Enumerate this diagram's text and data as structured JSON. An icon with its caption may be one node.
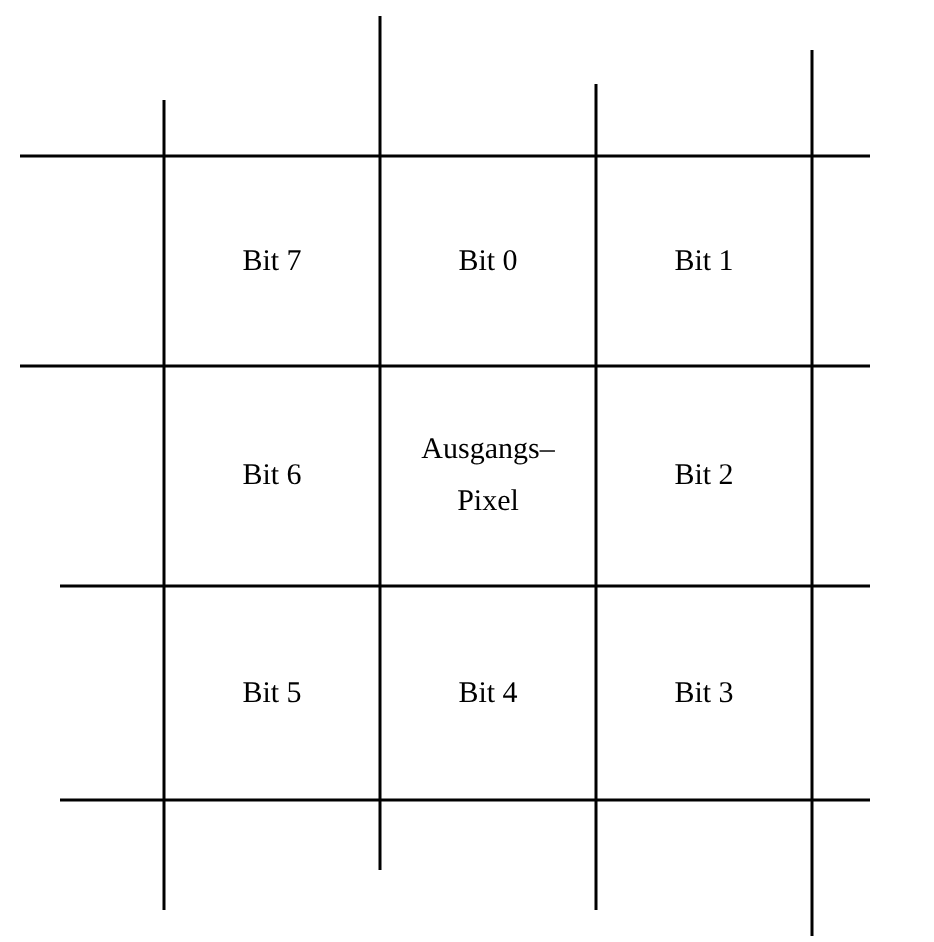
{
  "diagram": {
    "labels": [
      "Bit 7",
      "Bit 0",
      "Bit 1",
      "Bit 6",
      "Ausgangs–Pixel",
      "Bit 2",
      "Bit 5",
      "Bit 4",
      "Bit 3"
    ]
  }
}
